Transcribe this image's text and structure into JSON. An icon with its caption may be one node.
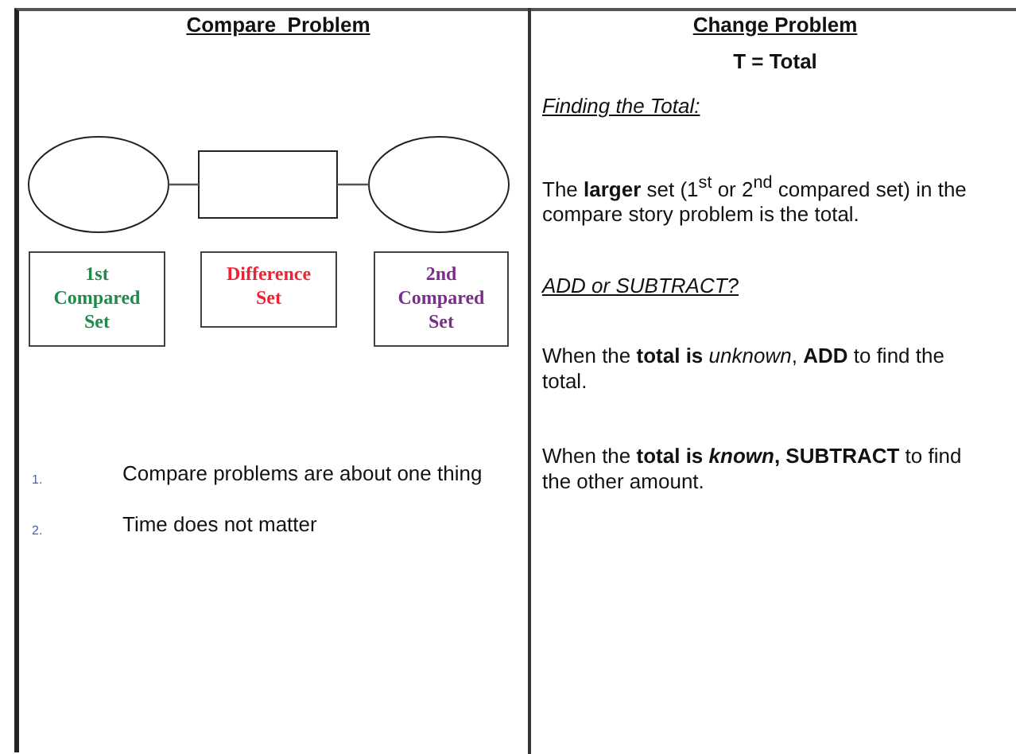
{
  "diagram": {
    "nodes": [
      {
        "text": [],
        "shape": "circle"
      },
      {
        "text": [],
        "shape": "box"
      },
      {
        "text": [],
        "shape": "circle"
      },
      {
        "text": [
          "1st Compared Set"
        ]
      },
      {
        "text": [
          "Difference Set"
        ]
      },
      {
        "text": [
          "2nd Compared Set"
        ]
      }
    ],
    "edges": [
      {
        "from": 0,
        "to": 1,
        "arrow": "none"
      },
      {
        "from": 1,
        "to": 2,
        "arrow": "none"
      }
    ],
    "labels": [
      "Compare  Problem",
      "1.",
      "Compare problems are about one thing",
      "2.",
      "Time does not matter",
      "Change Problem",
      "T = Total",
      "Finding the Total:",
      "The **larger** set (1$^{st}$ or 2$^{nd}$ compared set) in the compare story problem is the total.",
      "ADD or SUBTRACT?",
      "When the **total is** *unknown*, **ADD** to find the total.",
      "When the **total is *known*, SUBTRACT** to find the other amount."
    ]
  }
}
